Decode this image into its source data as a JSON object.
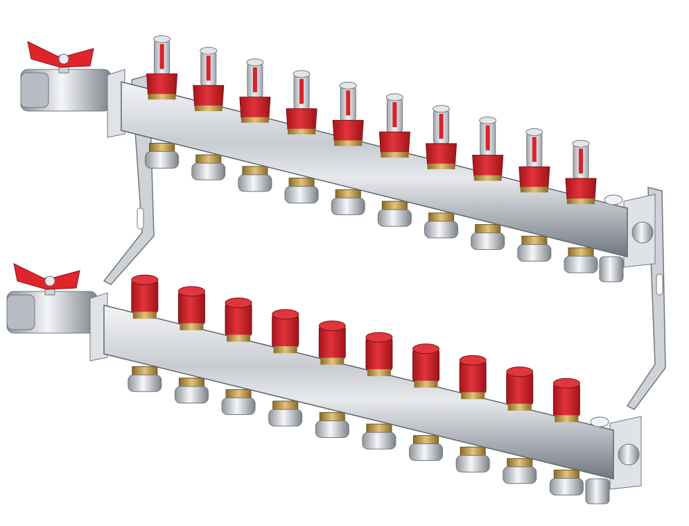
{
  "product": {
    "subject": "heating-manifold",
    "upper_bar": {
      "outlets": 10,
      "top_fitting": "flow-meter",
      "handle_color": "#e0242b"
    },
    "lower_bar": {
      "outlets": 10,
      "top_fitting": "valve-cap",
      "handle_color": "#e0242b"
    }
  },
  "colors": {
    "steel_light": "#eef0f2",
    "steel_mid": "#b9bec4",
    "steel_dark": "#6f767d",
    "brass": "#c9a24c",
    "red": "#d8232a",
    "red_dark": "#9c1419",
    "background": "#ffffff"
  },
  "icons": [
    "ball-valve-icon",
    "flow-meter-icon",
    "valve-cap-icon",
    "bracket-icon"
  ]
}
